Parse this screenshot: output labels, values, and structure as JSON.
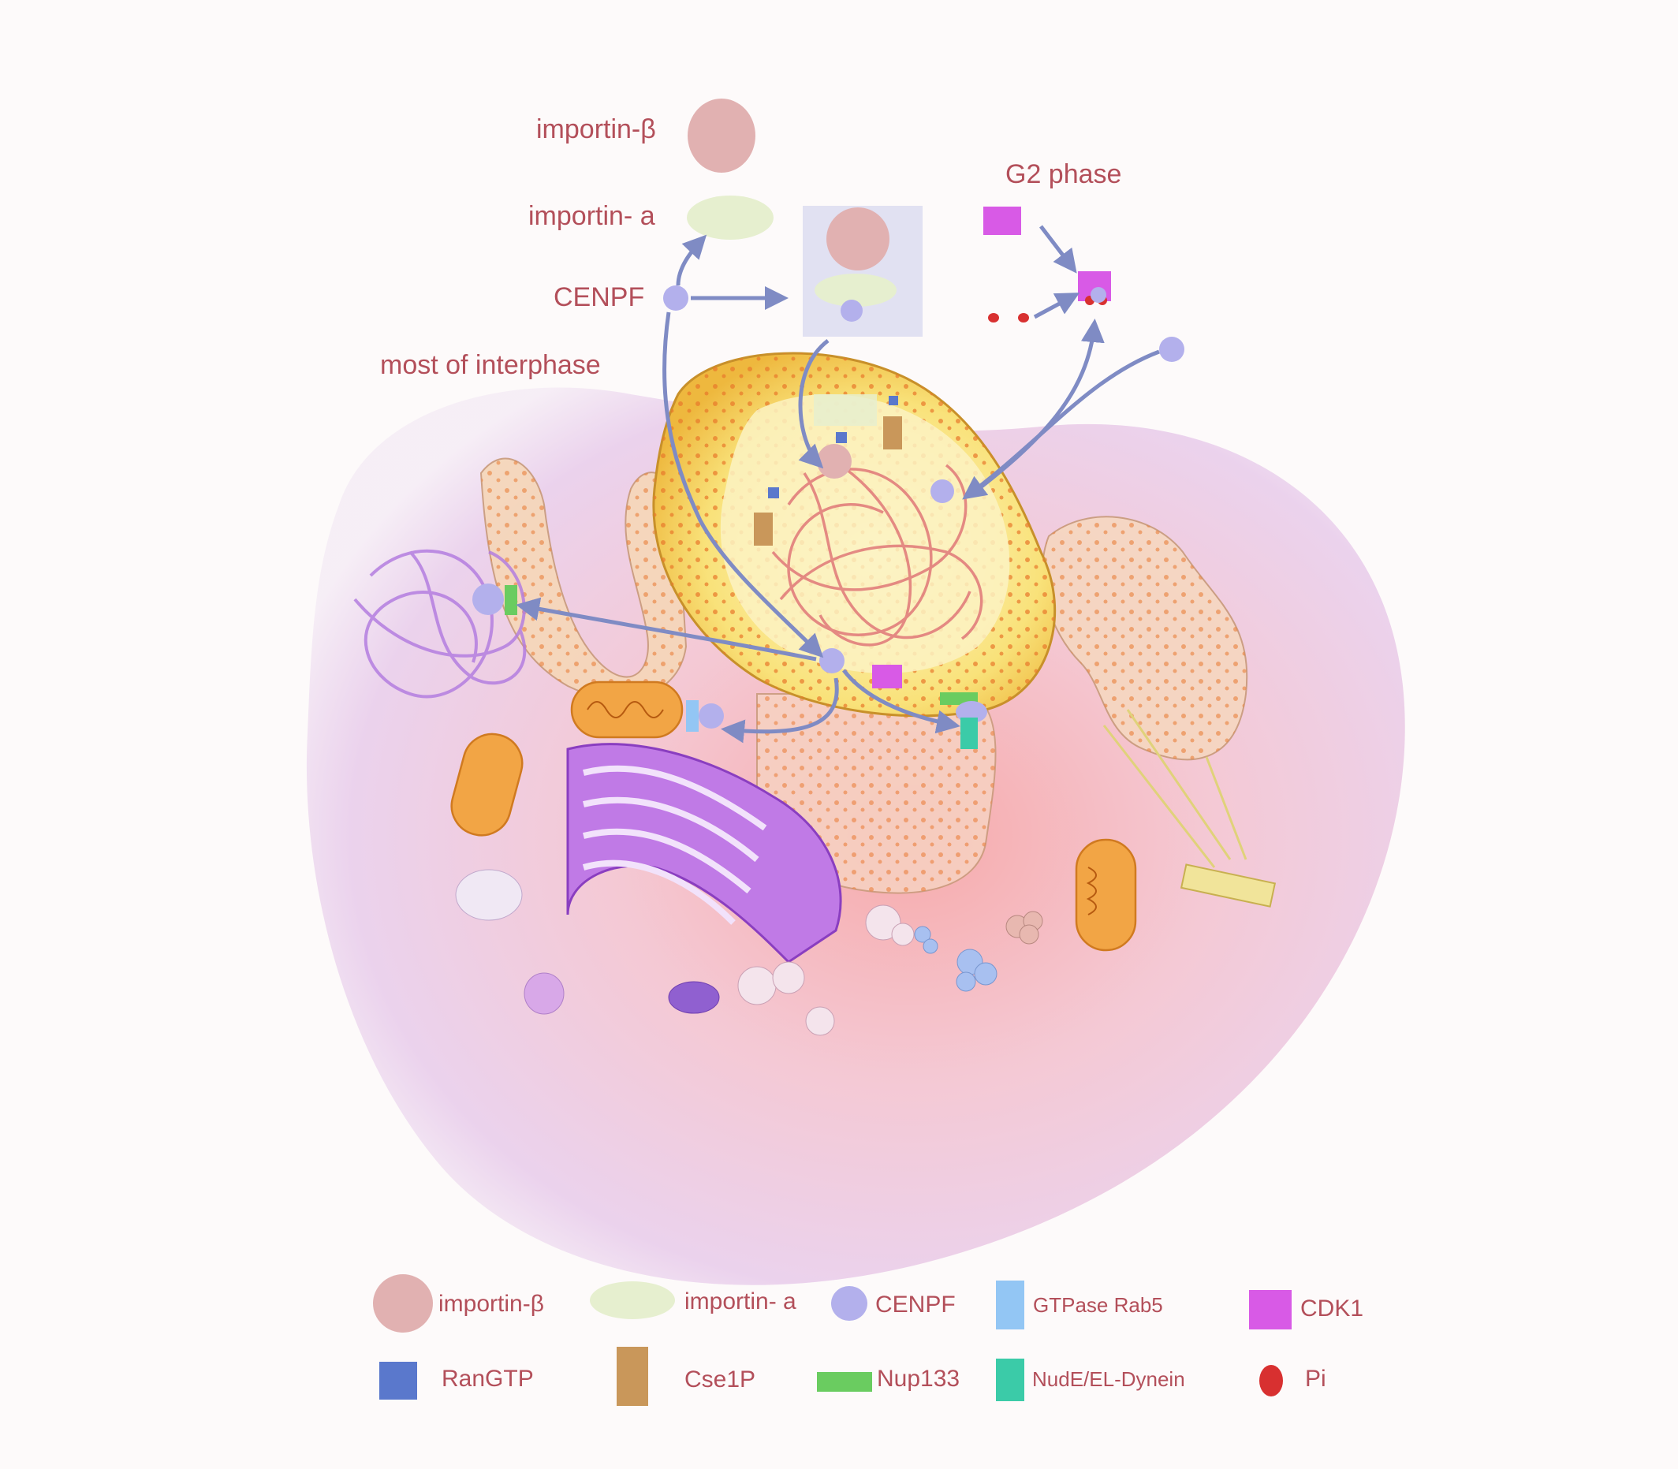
{
  "colors": {
    "text": "#b34f5a",
    "importin_beta": "#e1b1b1",
    "importin_alpha": "#e6efcf",
    "cenpf": "#b3b0ec",
    "gtpase_rab5": "#93c6f4",
    "cdk1": "#d85ae6",
    "ranGTP": "#5a78cc",
    "cse1p": "#c9975a",
    "nup133": "#6acc60",
    "nude_dynein": "#3bcba8",
    "pi": "#d83030",
    "arrow": "#7f8bc4",
    "cell": "#f3c5d3",
    "nucleus": "#f6c84e",
    "golgi": "#b15ae0",
    "mitochondria": "#f2a545",
    "chromatin": "#e07878",
    "er_dots": "#e8782a"
  },
  "labels": {
    "importin_beta": "importin-β",
    "importin_alpha": "importin- a",
    "cenpf": "CENPF",
    "interphase": "most of interphase",
    "g2": "G2 phase"
  },
  "legend": {
    "row1": [
      {
        "key": "importin_beta",
        "label": "importin-β"
      },
      {
        "key": "importin_alpha",
        "label": "importin- a"
      },
      {
        "key": "cenpf",
        "label": "CENPF"
      },
      {
        "key": "gtpase_rab5",
        "label": "GTPase Rab5"
      },
      {
        "key": "cdk1",
        "label": "CDK1"
      }
    ],
    "row2": [
      {
        "key": "ranGTP",
        "label": "RanGTP"
      },
      {
        "key": "cse1p",
        "label": "Cse1P"
      },
      {
        "key": "nup133",
        "label": "Nup133"
      },
      {
        "key": "nude_dynein",
        "label": "NudE/EL-Dynein"
      },
      {
        "key": "pi",
        "label": "Pi"
      }
    ]
  }
}
